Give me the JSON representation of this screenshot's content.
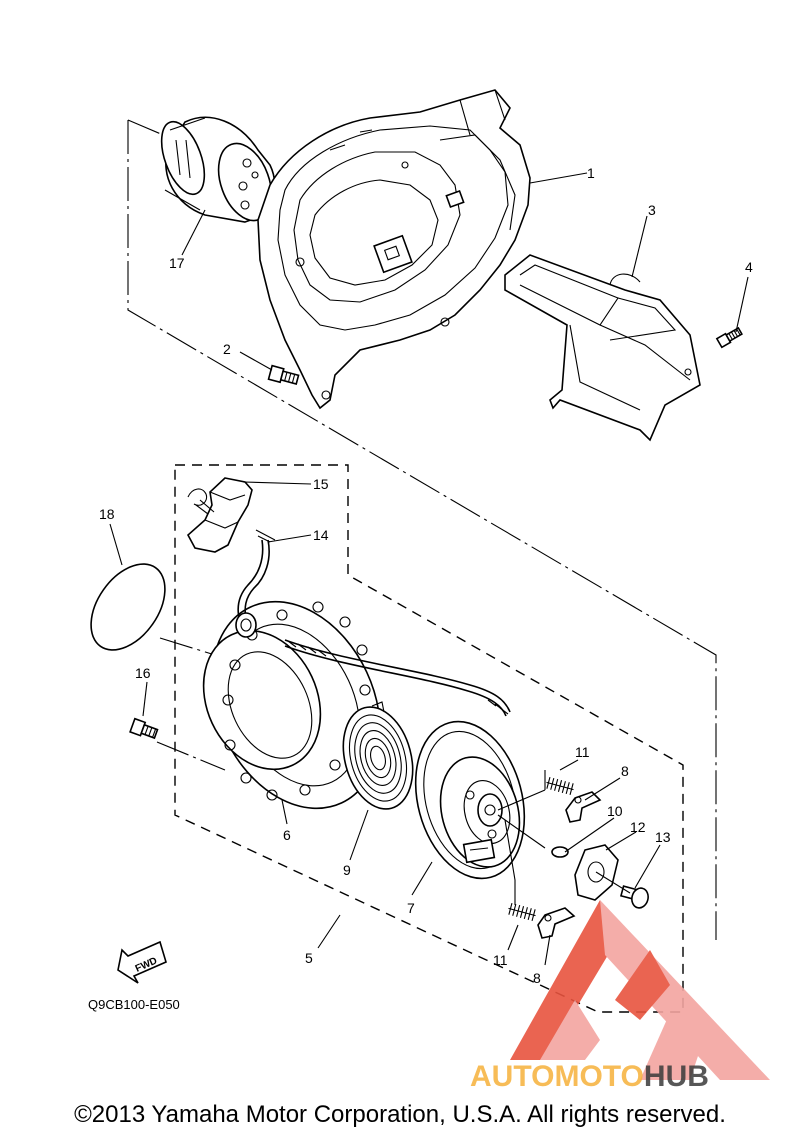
{
  "callouts": {
    "p1": "1",
    "p2": "2",
    "p3": "3",
    "p4": "4",
    "p5": "5",
    "p6": "6",
    "p7": "7",
    "p8a": "8",
    "p8b": "8",
    "p9": "9",
    "p10": "10",
    "p11a": "11",
    "p11b": "11",
    "p12": "12",
    "p13": "13",
    "p14": "14",
    "p15": "15",
    "p16": "16",
    "p17": "17",
    "p18": "18"
  },
  "fwd_label": "FWD",
  "drawing_code": "Q9CB100-E050",
  "watermark": {
    "text_part1": "AUTOMOTO",
    "text_part2": "HUB",
    "color_primary": "#e8543f",
    "color_secondary": "#f3a5a0",
    "color_text_accent": "#f6b13a",
    "color_text_dark": "#3a3a3a"
  },
  "copyright": "©2013 Yamaha Motor Corporation, U.S.A. All rights reserved."
}
